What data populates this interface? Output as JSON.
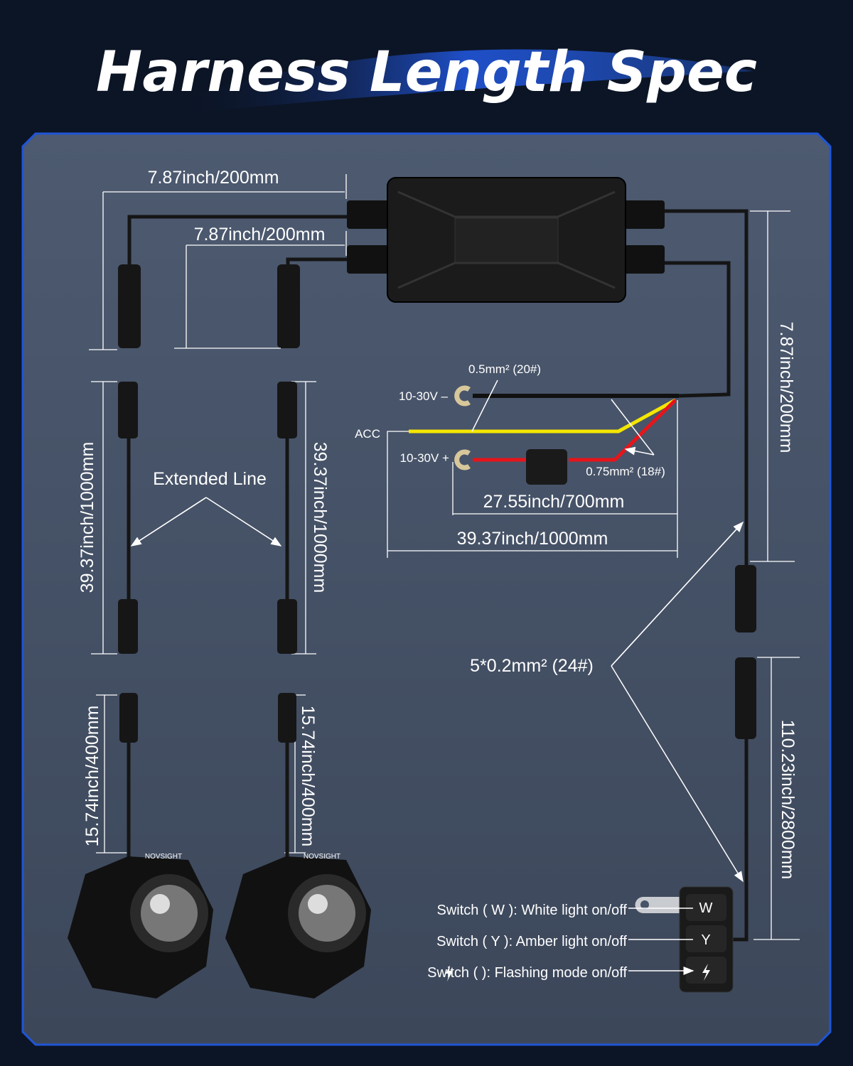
{
  "title": "Harness Length Spec",
  "colors": {
    "background": "#0c1526",
    "panel": "#485468",
    "border": "#1f55d6",
    "wire_black": "#1a1a1a",
    "wire_yellow": "#f5e600",
    "wire_red": "#e8141a",
    "terminal": "#d8c79a"
  },
  "control_box": {
    "left_top_dim": "7.87inch/200mm",
    "left_bottom_dim": "7.87inch/200mm",
    "right_dim": "7.87inch/200mm"
  },
  "extension": {
    "label": "Extended Line",
    "left_dim": "39.37inch/1000mm",
    "right_dim": "39.37inch/1000mm"
  },
  "lights": {
    "left_dim": "15.74inch/400mm",
    "right_dim": "15.74inch/400mm",
    "brand": "NOVSIGHT"
  },
  "power": {
    "neg_label": "10-30V –",
    "acc_label": "ACC",
    "pos_label": "10-30V +",
    "thin_wire": "0.5mm²  (20#)",
    "thick_wire": "0.75mm²  (18#)",
    "dim_short": "27.55inch/700mm",
    "dim_long": "39.37inch/1000mm"
  },
  "switch": {
    "cable_spec": "5*0.2mm²  (24#)",
    "cable_dim": "110.23inch/2800mm",
    "buttons": [
      "W",
      "Y",
      "⚡"
    ],
    "labels": [
      "Switch ( W ): White light on/off",
      "Switch ( Y ): Amber light on/off",
      "Switch (  ): Flashing mode on/off"
    ]
  }
}
